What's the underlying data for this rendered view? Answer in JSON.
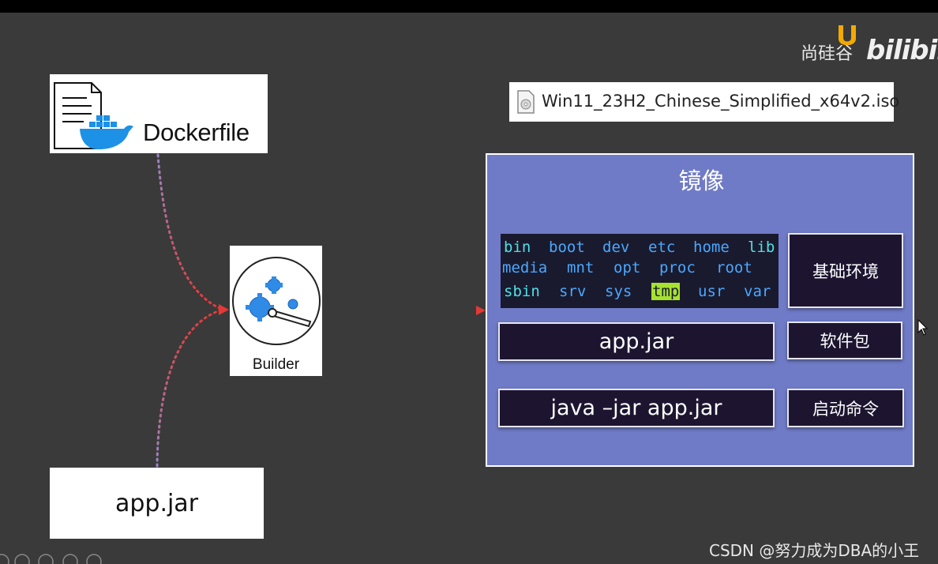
{
  "dockerfile": {
    "label": "Dockerfile",
    "doc_icon": "document-icon",
    "whale_icon": "docker-whale-icon"
  },
  "app_jar_source": {
    "label": "app.jar"
  },
  "builder": {
    "label": "Builder",
    "icon": "gears-wrench-icon"
  },
  "iso_file": {
    "label": "Win11_23H2_Chinese_Simplified_x64v2.iso",
    "icon": "disc-file-icon"
  },
  "image_panel": {
    "title": "镜像",
    "filesystem": [
      "bin",
      "boot",
      "dev",
      "etc",
      "home",
      "lib",
      "media",
      "mnt",
      "opt",
      "proc",
      "root",
      "sbin",
      "srv",
      "sys",
      "tmp",
      "usr",
      "var"
    ],
    "layers": {
      "base_env": "基础环境",
      "app_jar": "app.jar",
      "software_pkg": "软件包",
      "command": "java –jar app.jar",
      "startup_cmd": "启动命令"
    }
  },
  "watermark": {
    "brand_text": "尚硅谷",
    "bili": "bilibili"
  },
  "credit": "CSDN @努力成为DBA的小王",
  "colors": {
    "panel": "#6f7bc6",
    "dark_box": "#1d1530",
    "arrow_red": "#e53935",
    "arrow_purple": "#9a86c8",
    "background": "#3a3a3a"
  }
}
